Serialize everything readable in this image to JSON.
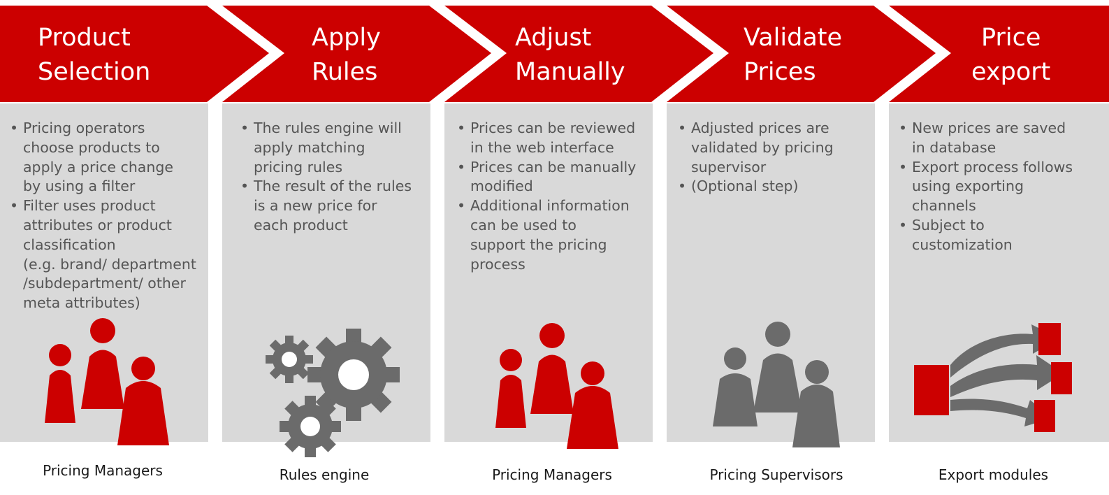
{
  "colors": {
    "accent": "#cc0000",
    "panel": "#d9d9d9",
    "icon_gray": "#6b6b6b",
    "text": "#555555",
    "title_text": "#ffffff"
  },
  "steps": [
    {
      "title": [
        "Product",
        "Selection"
      ],
      "bullets": [
        "Pricing operators choose products to apply a price change by using a filter",
        "Filter uses product attributes or product classification (e.g. brand/ department /subdepartment/ other meta attributes)"
      ],
      "bullet_lines": [
        [
          "Pricing operators",
          "choose products to",
          "apply a price change",
          "by using a filter"
        ],
        [
          "Filter uses product",
          "attributes or product",
          "classification",
          "(e.g. brand/ department",
          "/subdepartment/ other",
          "meta attributes)"
        ]
      ],
      "icon": "people-group-icon",
      "icon_color": "#cc0000",
      "caption": "Pricing Managers"
    },
    {
      "title": [
        "Apply",
        "Rules"
      ],
      "bullets": [
        "The rules engine will apply matching pricing rules",
        "The result of the rules is a new price for each product"
      ],
      "bullet_lines": [
        [
          "The rules engine will",
          "apply matching",
          "pricing rules"
        ],
        [
          "The result of the rules",
          "is a new price for",
          "each product"
        ]
      ],
      "icon": "gears-icon",
      "icon_color": "#6b6b6b",
      "caption": "Rules engine"
    },
    {
      "title": [
        "Adjust",
        "Manually"
      ],
      "bullets": [
        "Prices can be reviewed in the web interface",
        "Prices can be manually modified",
        "Additional information can be used to support the pricing process"
      ],
      "bullet_lines": [
        [
          "Prices can be reviewed",
          "in the web interface"
        ],
        [
          "Prices can be manually",
          "modified"
        ],
        [
          "Additional information",
          "can be used to",
          "support the pricing",
          "process"
        ]
      ],
      "icon": "people-group-icon",
      "icon_color": "#cc0000",
      "caption": "Pricing Managers"
    },
    {
      "title": [
        "Validate",
        "Prices"
      ],
      "bullets": [
        "Adjusted prices are validated by pricing supervisor",
        "(Optional step)"
      ],
      "bullet_lines": [
        [
          "Adjusted prices are",
          "validated by pricing",
          "supervisor"
        ],
        [
          "(Optional step)"
        ]
      ],
      "icon": "people-group-icon",
      "icon_color": "#6b6b6b",
      "caption": "Pricing Supervisors"
    },
    {
      "title": [
        "Price",
        "export"
      ],
      "bullets": [
        "New prices are saved in database",
        "Export process follows using exporting channels",
        "Subject to customization"
      ],
      "bullet_lines": [
        [
          "New prices are saved",
          "in database"
        ],
        [
          "Export process follows",
          "using exporting",
          "channels"
        ],
        [
          "Subject to",
          "customization"
        ]
      ],
      "icon": "export-arrows-icon",
      "icon_color": "#cc0000",
      "caption": "Export modules"
    }
  ]
}
